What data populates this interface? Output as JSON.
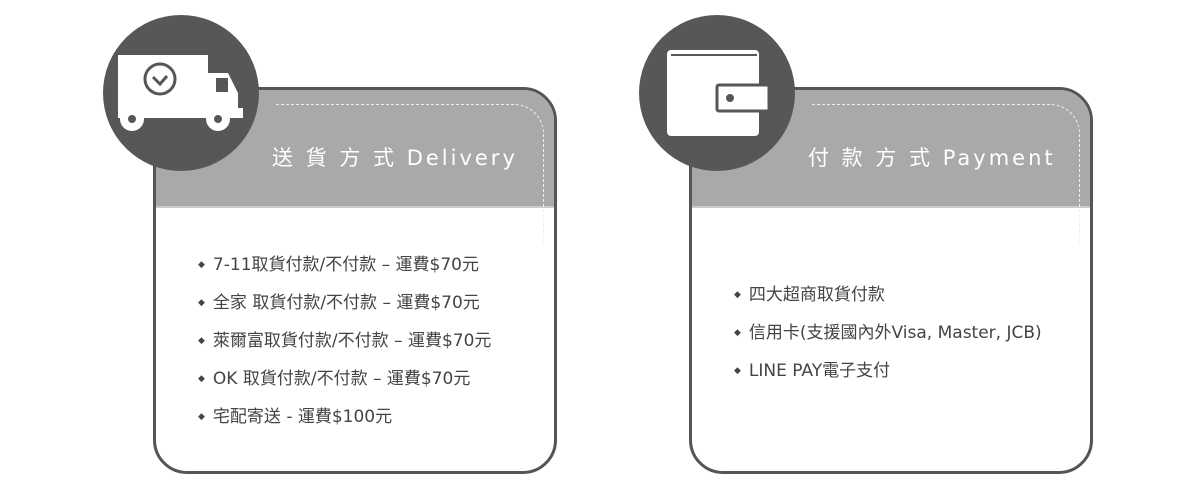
{
  "delivery": {
    "title": "送 貨 方 式  Delivery",
    "items": [
      "7-11取貨付款/不付款 – 運費$70元",
      "全家 取貨付款/不付款 – 運費$70元",
      "萊爾富取貨付款/不付款 – 運費$70元",
      "OK 取貨付款/不付款 – 運費$70元",
      "宅配寄送 - 運費$100元"
    ],
    "icon": "truck-clock-icon"
  },
  "payment": {
    "title": "付 款 方 式  Payment",
    "items": [
      "四大超商取貨付款",
      "信用卡(支援國內外Visa, Master, JCB)",
      "LINE PAY電子支付"
    ],
    "icon": "wallet-icon"
  }
}
